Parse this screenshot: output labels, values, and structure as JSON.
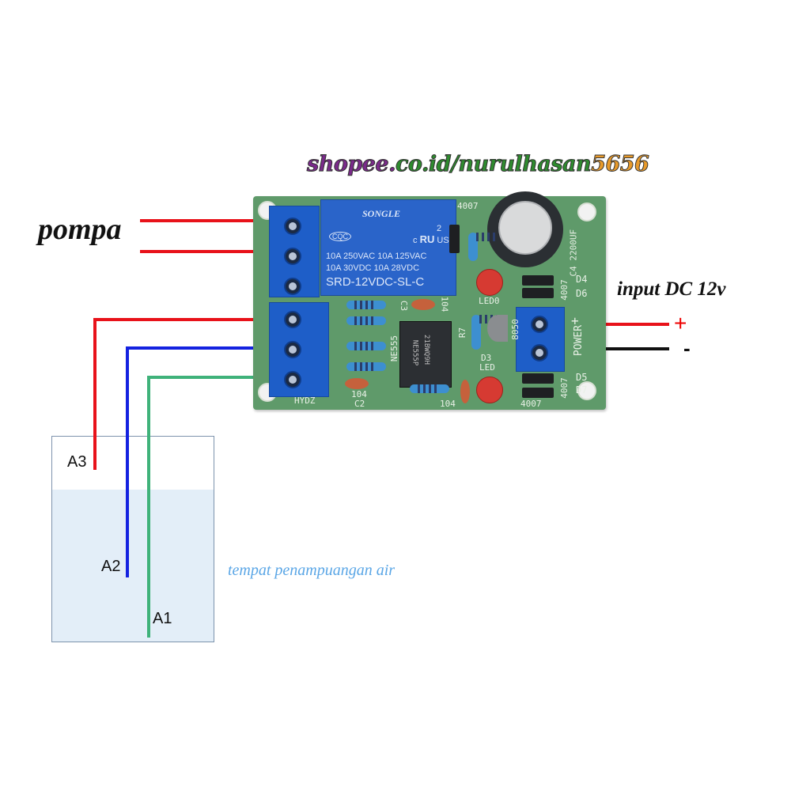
{
  "watermark": {
    "part1": "shopee.",
    "part2": "co.id/nurulhasan",
    "part3": "5656"
  },
  "labels": {
    "pump": "pompa",
    "power_input": "input DC 12v",
    "positive": "+",
    "negative": "-",
    "tank_caption": "tempat penampuangan air"
  },
  "probes": [
    {
      "name": "A3",
      "wire_color": "#e8121a"
    },
    {
      "name": "A2",
      "wire_color": "#1422e0"
    },
    {
      "name": "A1",
      "wire_color": "#3fb27a"
    }
  ],
  "relay": {
    "brand": "SONGLE",
    "cert_left": "CQC",
    "cert_right_prefix": "c",
    "cert_right_mark": "RU",
    "cert_right_suffix": "US",
    "cert_number": "2",
    "rating_line1": "10A 250VAC  10A 125VAC",
    "rating_line2": "10A  30VDC  10A  28VDC",
    "model": "SRD-12VDC-SL-C"
  },
  "pcb_silkscreen": {
    "d_top": "4007",
    "capacitor": "C4 2200UF",
    "d4": "D4",
    "d6": "D6",
    "d46_part": "4007",
    "led0": "LED0",
    "c3": "C3",
    "c3_value": "104",
    "ne555": "NE555",
    "ic_marking_1": "21BWQ9H",
    "ic_marking_2": "NE555P",
    "r7": "R7",
    "transistor": "8050",
    "d3": "D3",
    "led": "LED",
    "power": "POWER",
    "plus": "+",
    "d5": "D5",
    "d7": "D7",
    "d57_part": "4007",
    "d_bottom": "4007",
    "c2_value": "104",
    "c2": "C2",
    "c_bottom_value": "104",
    "hydz": "HYDZ"
  },
  "colors": {
    "pump_wire": "#e8121a",
    "power_positive": "#e8121a",
    "power_negative": "#111111",
    "pcb_green": "#5f9a6a",
    "terminal_blue": "#1e5ec8",
    "water": "#e3eef8",
    "caption_blue": "#5aa6e6"
  }
}
